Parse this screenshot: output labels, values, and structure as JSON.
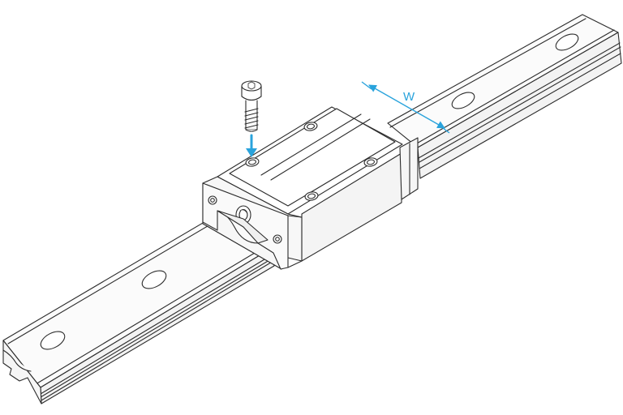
{
  "annotation": {
    "dimension_label": "W",
    "accent_color": "#29a3dc"
  },
  "parts": {
    "rail": "linear-guide-rail",
    "carriage": "linear-guide-block",
    "screw": "cap-screw",
    "arrow": "install-direction-arrow"
  },
  "colors": {
    "line": "#2b2b2b",
    "fill": "#ffffff",
    "shade": "#f1f1f1"
  }
}
